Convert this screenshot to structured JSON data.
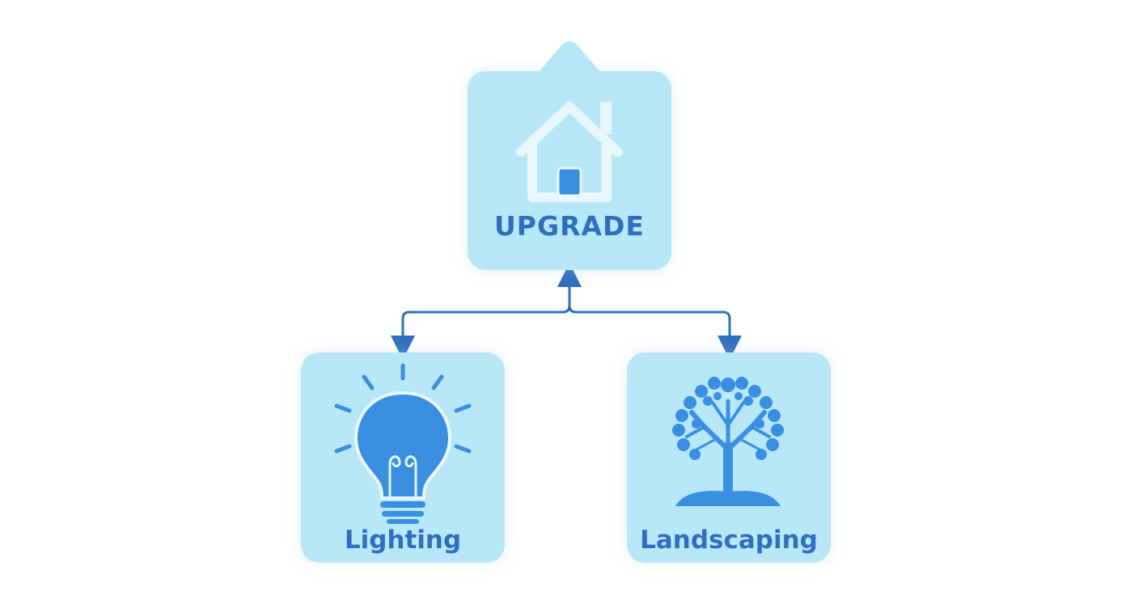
{
  "diagram": {
    "nodes": {
      "top": {
        "label": "UPGRADE",
        "icon": "house-icon"
      },
      "left": {
        "label": "Lighting",
        "icon": "lightbulb-icon"
      },
      "right": {
        "label": "Landscaping",
        "icon": "tree-icon"
      }
    },
    "edges": [
      {
        "from": "left",
        "to": "top"
      },
      {
        "from": "right",
        "to": "top"
      }
    ]
  },
  "colors": {
    "node_fill": "#b8e8f8",
    "accent": "#2f6fbf",
    "icon_blue": "#3a8fe0",
    "icon_light": "#e8f7fc",
    "background": "#ffffff"
  }
}
